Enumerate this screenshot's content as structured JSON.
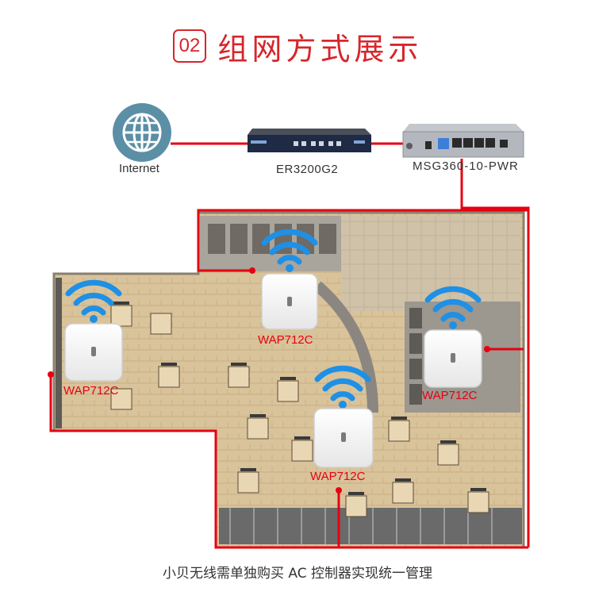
{
  "header": {
    "number": "02",
    "title": "组网方式展示"
  },
  "devices": {
    "internet": {
      "label": "Internet",
      "icon": "globe-icon"
    },
    "router": {
      "label": "ER3200G2"
    },
    "controller": {
      "label": "MSG360-10-PWR"
    }
  },
  "access_points": [
    {
      "label": "WAP712C"
    },
    {
      "label": "WAP712C"
    },
    {
      "label": "WAP712C"
    },
    {
      "label": "WAP712C"
    }
  ],
  "footer": {
    "caption": "小贝无线需单独购买 AC 控制器实现统一管理"
  },
  "colors": {
    "accent": "#d7262b",
    "cable": "#e60012",
    "wifi": "#1e90e6",
    "globe": "#5b8fa6"
  }
}
